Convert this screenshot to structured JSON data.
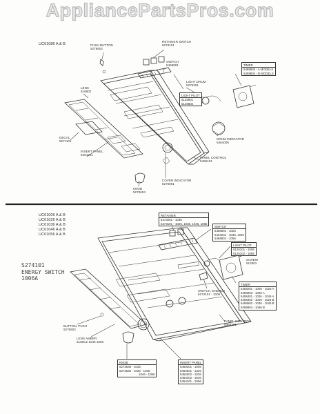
{
  "watermark": "AppliancePartsPros.com",
  "top_section": {
    "models": "UC01086  A & B",
    "labels": {
      "push_button": [
        "PUSH BUTTON",
        "5278602"
      ],
      "retainer_switch": [
        "RETAINER SWITCH",
        "5273101"
      ],
      "switch": [
        "SWITCH",
        "5458801"
      ],
      "light_drum": [
        "LIGHT DRUM",
        "5276301"
      ],
      "lens": [
        "LENS",
        "516802"
      ],
      "decal": [
        "DECAL",
        "5271101"
      ],
      "insert_panel": [
        "INSERT PANEL",
        "5464201"
      ],
      "drum_indicator": [
        "DRUM INDICATOR",
        "5464006"
      ],
      "panel_control": [
        "PANEL CONTROL",
        "5466101"
      ],
      "cover_indicator": [
        "COVER INDICATOR",
        "5276001"
      ],
      "knob": [
        "KNOB",
        "5273604"
      ]
    },
    "timer_box": {
      "header": "TIMER",
      "lines": [
        "5458803 - A MODELS",
        "5458804 - B MODELS"
      ]
    },
    "light_pilot_box": {
      "header": "LIGHT PILOT",
      "lines": [
        "5125801",
        "5125802"
      ]
    }
  },
  "bottom_section": {
    "models": [
      "UC01006  A & B",
      "UC01026  A & B",
      "UC01036  A & B",
      "UC01046  A & B",
      "UC01056  A & B"
    ],
    "energy_switch_note": [
      "S274101",
      "ENERGY SWITCH",
      "1006A"
    ],
    "retainer_box": {
      "header": "RETAINER",
      "lines": [
        "5273201 - 1036",
        "5273101 - 1026, 1036, 1046, 1056"
      ]
    },
    "switch_box": {
      "header": "SWITCH",
      "lines": [
        "5458801 - 1026",
        "5434201 - 1036, 1046",
        "5458801 - 1056"
      ]
    },
    "light_pilot_box": {
      "header": "LIGHT PILOT",
      "lines": [
        "5125101 - 1006",
        "5125102 - 1066"
      ]
    },
    "timer_box": {
      "header": "TIMER",
      "lines": [
        "5458201 - 1006 - 1026 A",
        "5458903 - 1066 A",
        "5458401 - 1036 - 1046 A",
        "5458302 - 1006 - 1026 B",
        "5458602 - 1036 - 1046 B",
        "5458804 - 1066 B"
      ]
    },
    "knob_box": {
      "header": "KNOB",
      "lines": [
        "5273636 - 1036",
        "5273630 - 1026 - 1036",
        "1046 - 1056"
      ]
    },
    "insert_panel_box": {
      "header": "INSERT PANEL",
      "lines": [
        "5460301 - 1006",
        "5460601 - 1026",
        "5454002 - 1036",
        "5464002 - 1046",
        "5454101 - 1066"
      ]
    },
    "labels": {
      "screw": [
        "SCREW",
        "512801"
      ],
      "switch_energy": [
        "SWITCH, ENERGY",
        "5274101 - 1006"
      ],
      "panel_control": [
        "PANEL CONTROL",
        "5468301"
      ],
      "button_push": [
        "BUTTON, PUSH",
        "5276602"
      ],
      "lens_amber": [
        "LENS AMBER",
        "5168C2 1046 1056"
      ]
    }
  }
}
